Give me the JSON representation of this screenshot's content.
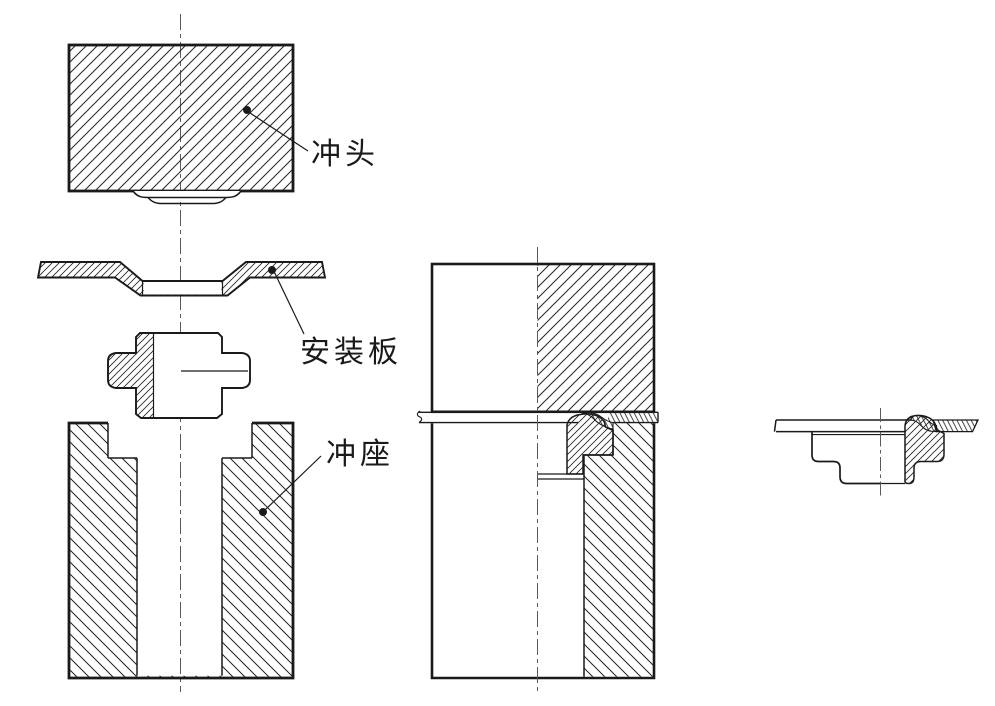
{
  "drawing_labels": {
    "punch_head": "冲头",
    "mounting_plate": "安装板",
    "punch_seat": "冲座"
  },
  "style": {
    "line_color": "#1a1a1a",
    "centerline_color": "#5a5a5a",
    "background": "#ffffff"
  }
}
